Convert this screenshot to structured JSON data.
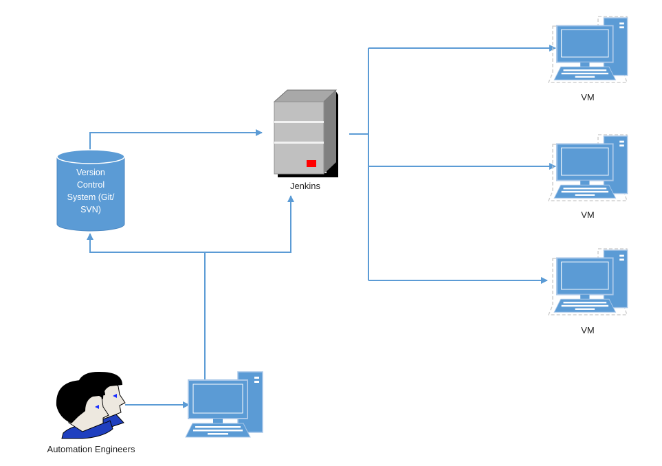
{
  "nodes": {
    "vcs": {
      "label_lines": [
        "Version",
        "Control",
        "System (Git/",
        "SVN)"
      ]
    },
    "jenkins": {
      "label": "Jenkins"
    },
    "vms": [
      {
        "label": "VM"
      },
      {
        "label": "VM"
      },
      {
        "label": "VM"
      }
    ],
    "engineers": {
      "label": "Automation Engineers"
    }
  },
  "colors": {
    "connector": "#5b9bd5",
    "computer": "#5b9bd5",
    "server": "#c0c0c0",
    "indicator": "#ff0000",
    "shirt": "#1f3fbf"
  },
  "icons": [
    "database-cylinder-icon",
    "server-icon",
    "computer-icon",
    "people-icon"
  ]
}
